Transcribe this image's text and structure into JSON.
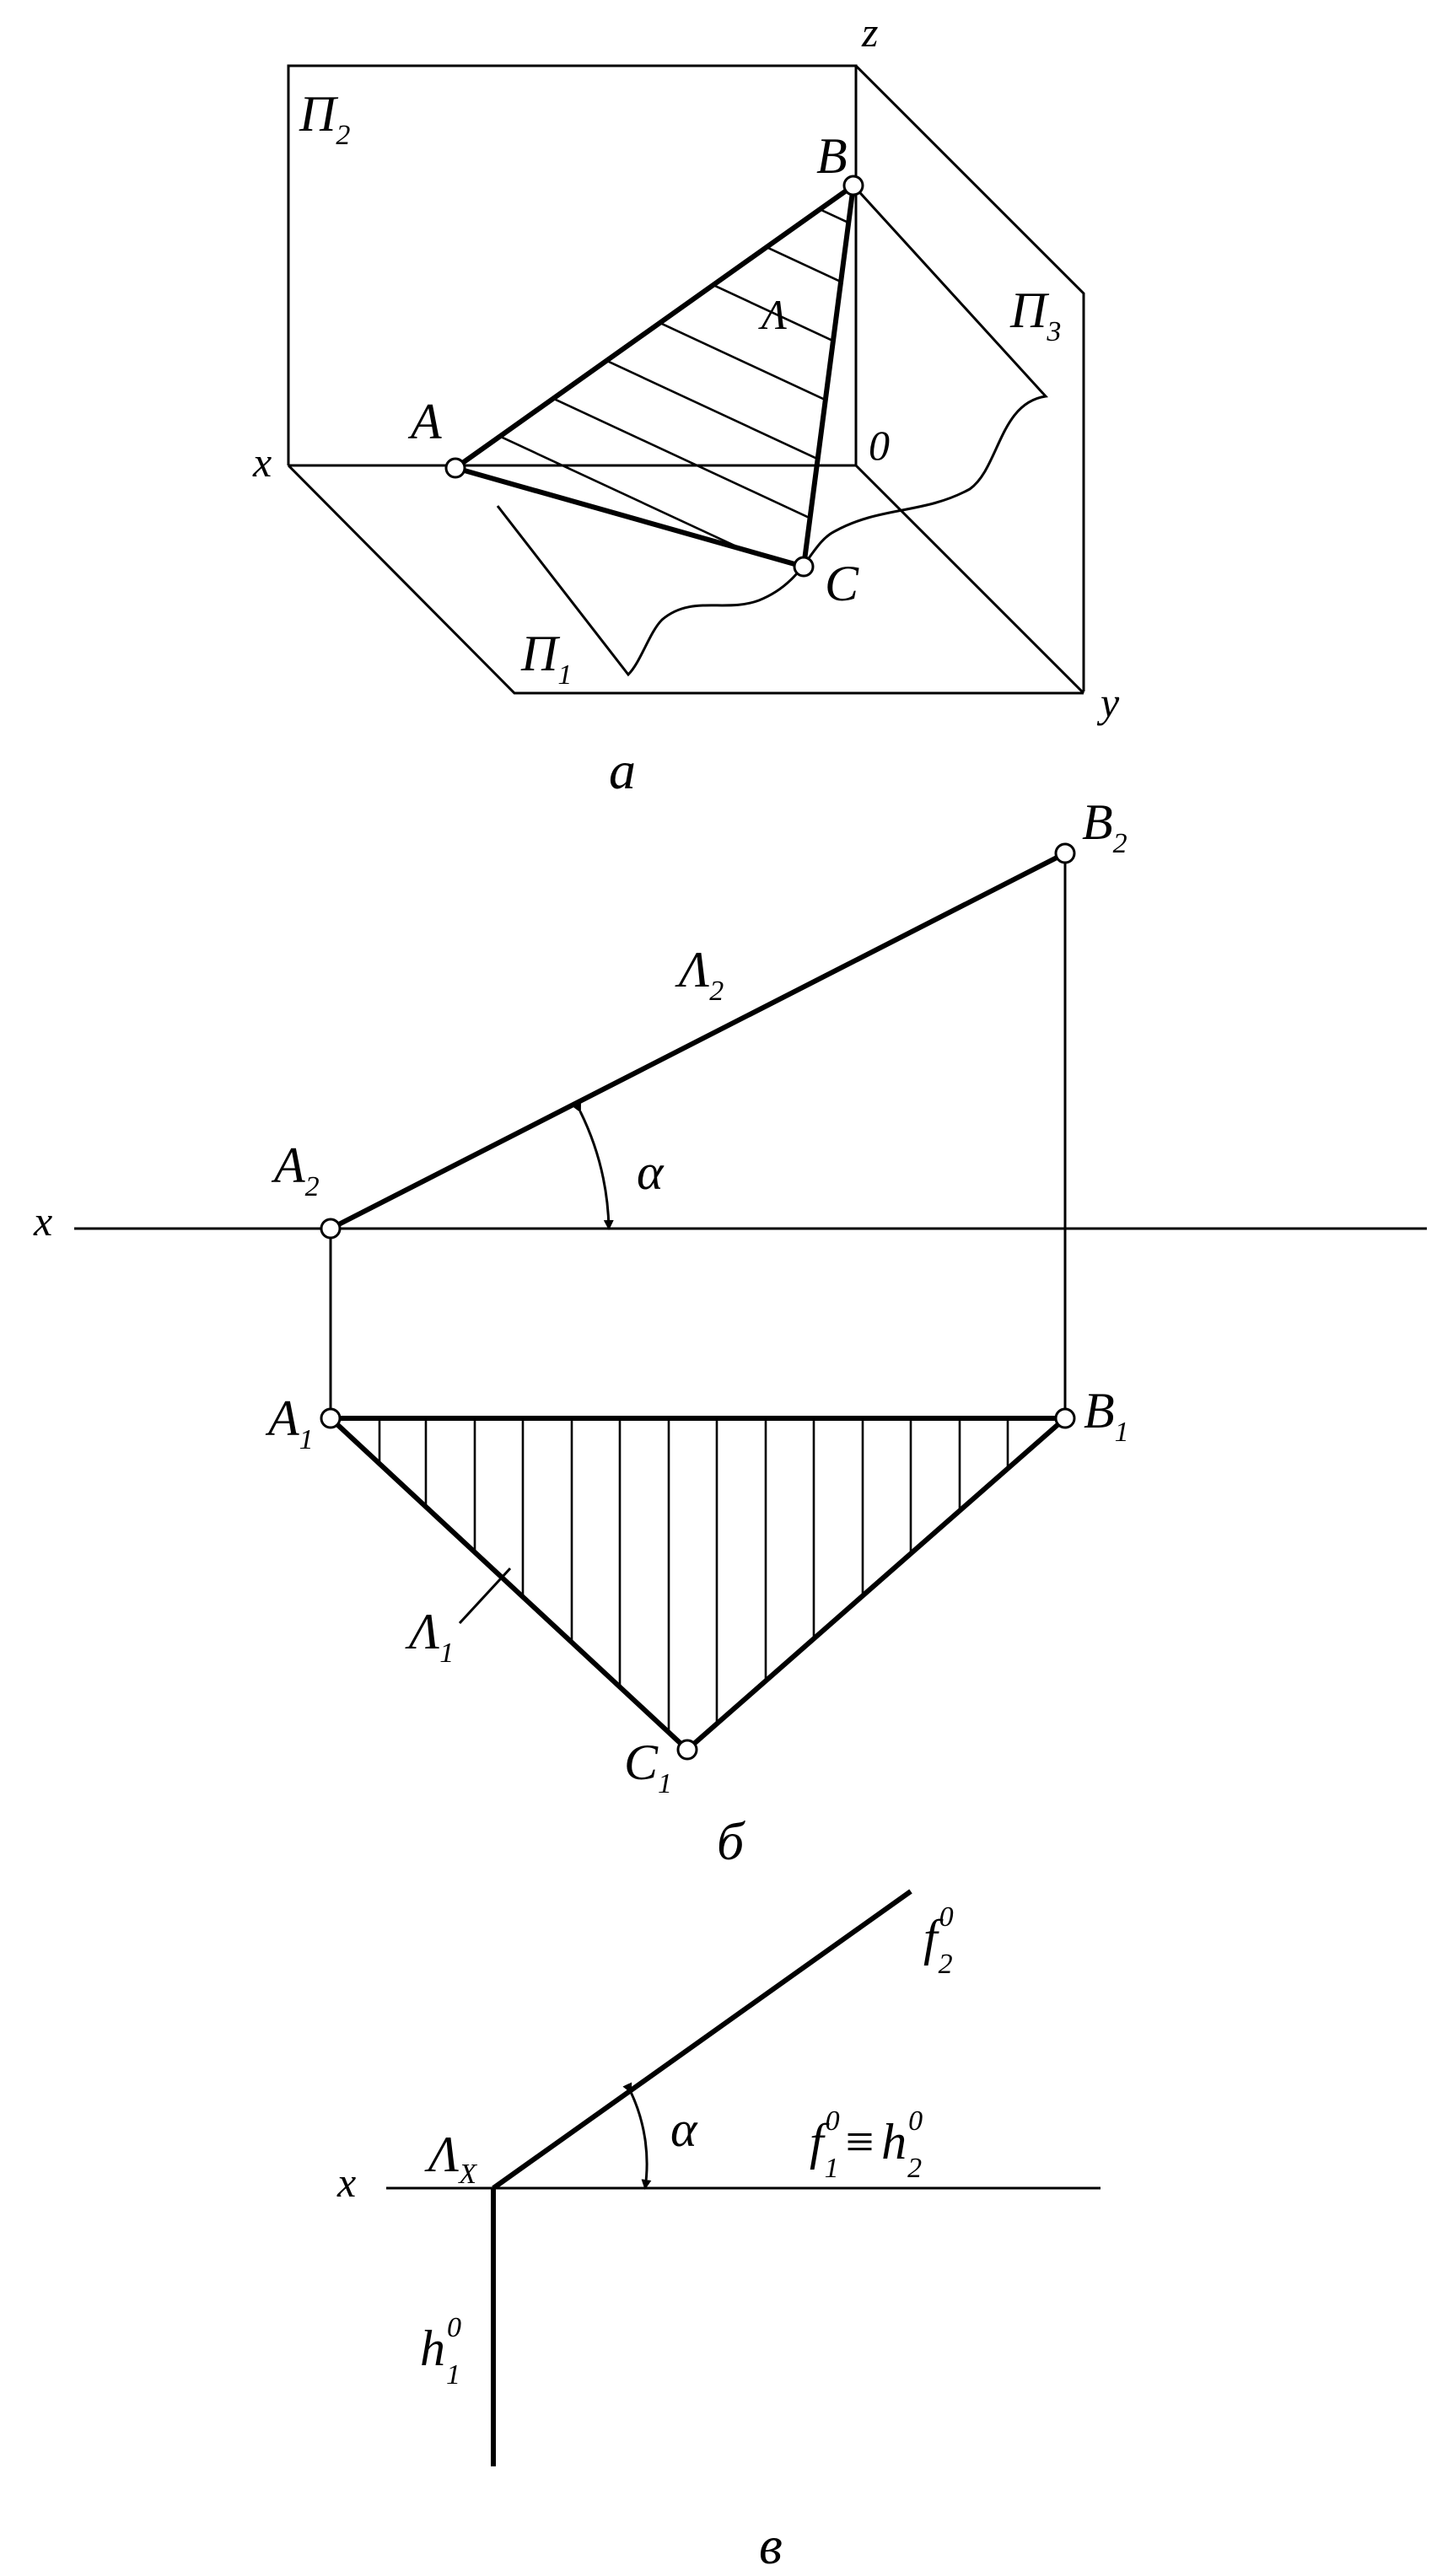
{
  "figure_a": {
    "plane_p2": "Π",
    "plane_p2_sub": "2",
    "plane_p3": "Π",
    "plane_p3_sub": "3",
    "plane_p1": "Π",
    "plane_p1_sub": "1",
    "axis_x": "x",
    "axis_y": "y",
    "axis_z": "z",
    "origin": "0",
    "point_a": "A",
    "point_b": "B",
    "point_c": "C",
    "plane_label": "Λ",
    "caption": "а"
  },
  "figure_b": {
    "axis_x": "x",
    "a2": "A",
    "a2_sub": "2",
    "b2": "B",
    "b2_sub": "2",
    "a1": "A",
    "a1_sub": "1",
    "b1": "B",
    "b1_sub": "1",
    "c1": "C",
    "c1_sub": "1",
    "lambda2": "Λ",
    "lambda2_sub": "2",
    "lambda1": "Λ",
    "lambda1_sub": "1",
    "angle": "α",
    "caption": "б"
  },
  "figure_c": {
    "axis_x": "x",
    "lambda_x": "Λ",
    "lambda_x_sub": "X",
    "f2_base": "f",
    "f2_sup": "0",
    "f2_sub": "2",
    "eq_f": "f",
    "eq_f_sup": "0",
    "eq_f_sub": "1",
    "eq_sign": "≡",
    "eq_h": "h",
    "eq_h_sup": "0",
    "eq_h_sub": "2",
    "h1_base": "h",
    "h1_sup": "0",
    "h1_sub": "1",
    "angle": "α",
    "caption": "в"
  }
}
